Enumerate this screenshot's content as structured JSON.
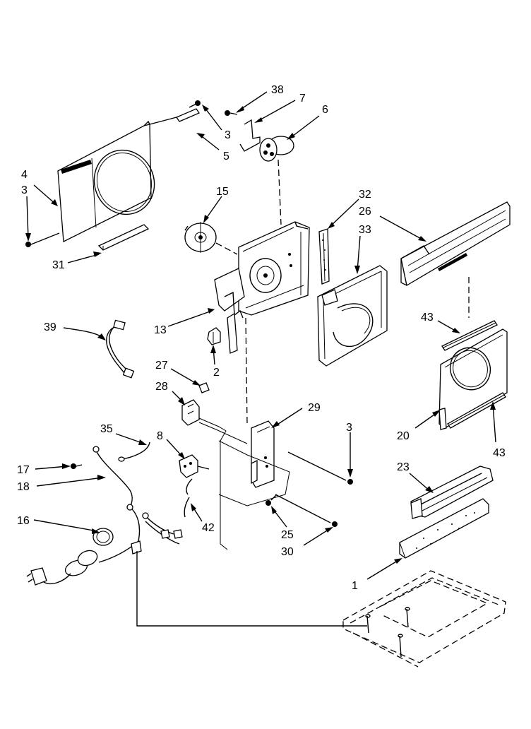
{
  "callouts": {
    "c38": "38",
    "c7": "7",
    "c6": "6",
    "c3_top": "3",
    "c5": "5",
    "c4": "4",
    "c3_left": "3",
    "c15": "15",
    "c32": "32",
    "c26": "26",
    "c33": "33",
    "c31": "31",
    "c39": "39",
    "c13": "13",
    "c43_top": "43",
    "c27": "27",
    "c2": "2",
    "c28": "28",
    "c29": "29",
    "c3_mid": "3",
    "c20": "20",
    "c35": "35",
    "c8": "8",
    "c17": "17",
    "c18": "18",
    "c43_bot": "43",
    "c23": "23",
    "c16": "16",
    "c42": "42",
    "c25": "25",
    "c30": "30",
    "c1": "1"
  },
  "colors": {
    "ink": "#000000",
    "paper": "#ffffff"
  }
}
